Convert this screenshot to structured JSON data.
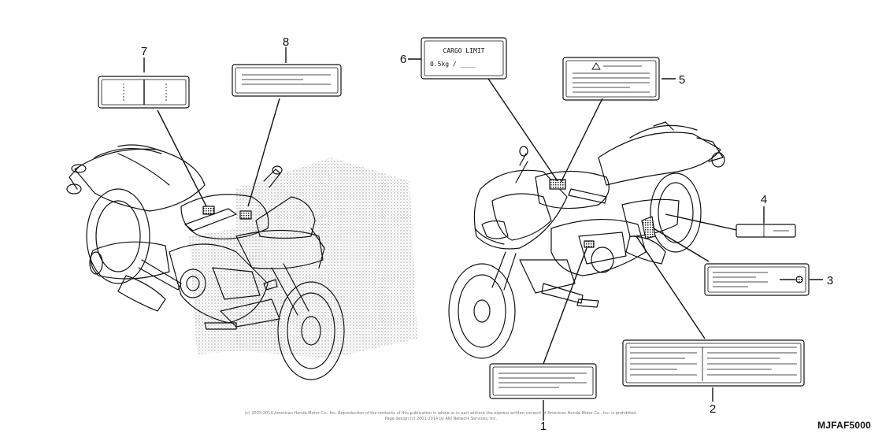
{
  "callouts": {
    "c1": "1",
    "c2": "2",
    "c3": "3",
    "c4": "4",
    "c5": "5",
    "c6": "6",
    "c7": "7",
    "c8": "8"
  },
  "cargo_label": {
    "title": "CARGO LIMIT",
    "line2": "0.5kg  /  ____"
  },
  "copyright_lines": [
    "(c) 2003-2014 American Honda Motor Co., Inc. Reproduction of the contents of this publication in whole or in part without the express written consent of American Honda Motor Co., Inc. is prohibited.",
    "Page design (c) 2001-2014 by ARI Network Services, Inc."
  ],
  "diagram_code": "MJFAF5000",
  "colors": {
    "ink": "#111111",
    "stipple": "#9a9a9a",
    "paper": "#ffffff"
  }
}
